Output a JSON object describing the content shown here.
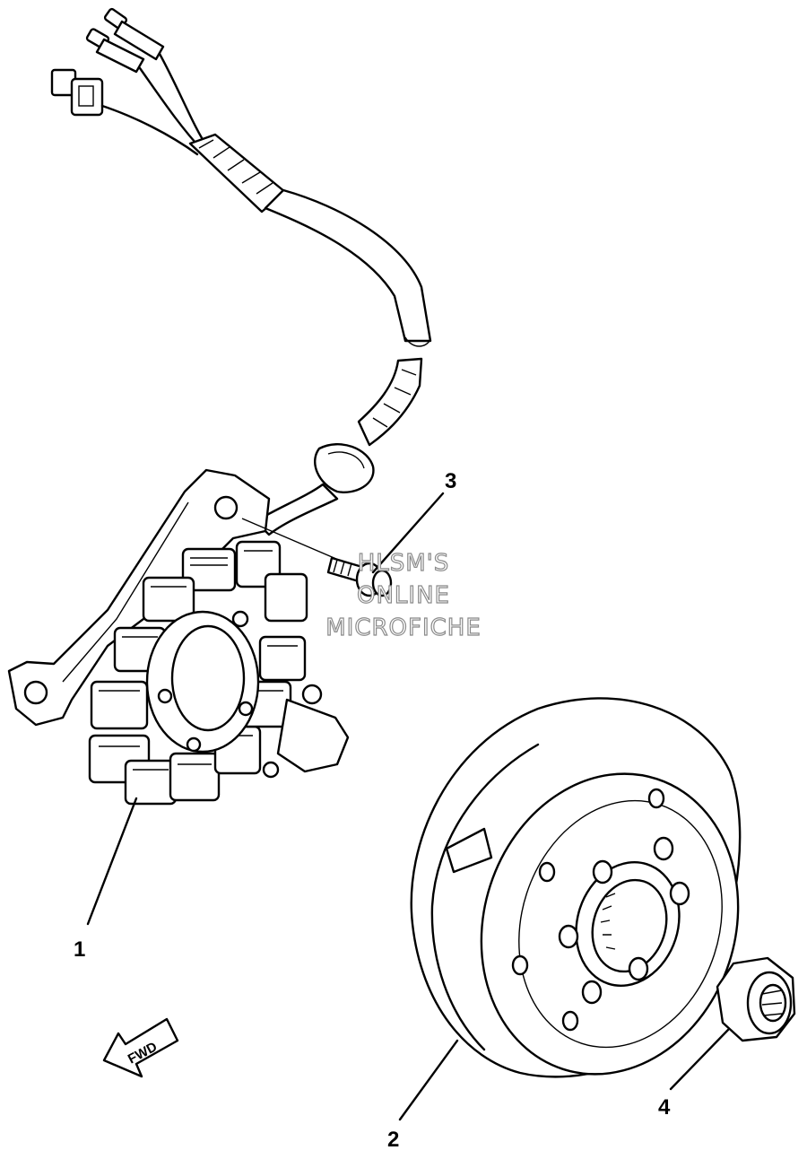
{
  "diagram": {
    "parts": [
      {
        "callout": "1",
        "name": "stator-assembly"
      },
      {
        "callout": "2",
        "name": "rotor-flywheel"
      },
      {
        "callout": "3",
        "name": "screw"
      },
      {
        "callout": "4",
        "name": "nut"
      }
    ],
    "direction_label": "FWD",
    "watermark": [
      "HLSM'S",
      "ONLINE",
      "MICROFICHE"
    ]
  }
}
